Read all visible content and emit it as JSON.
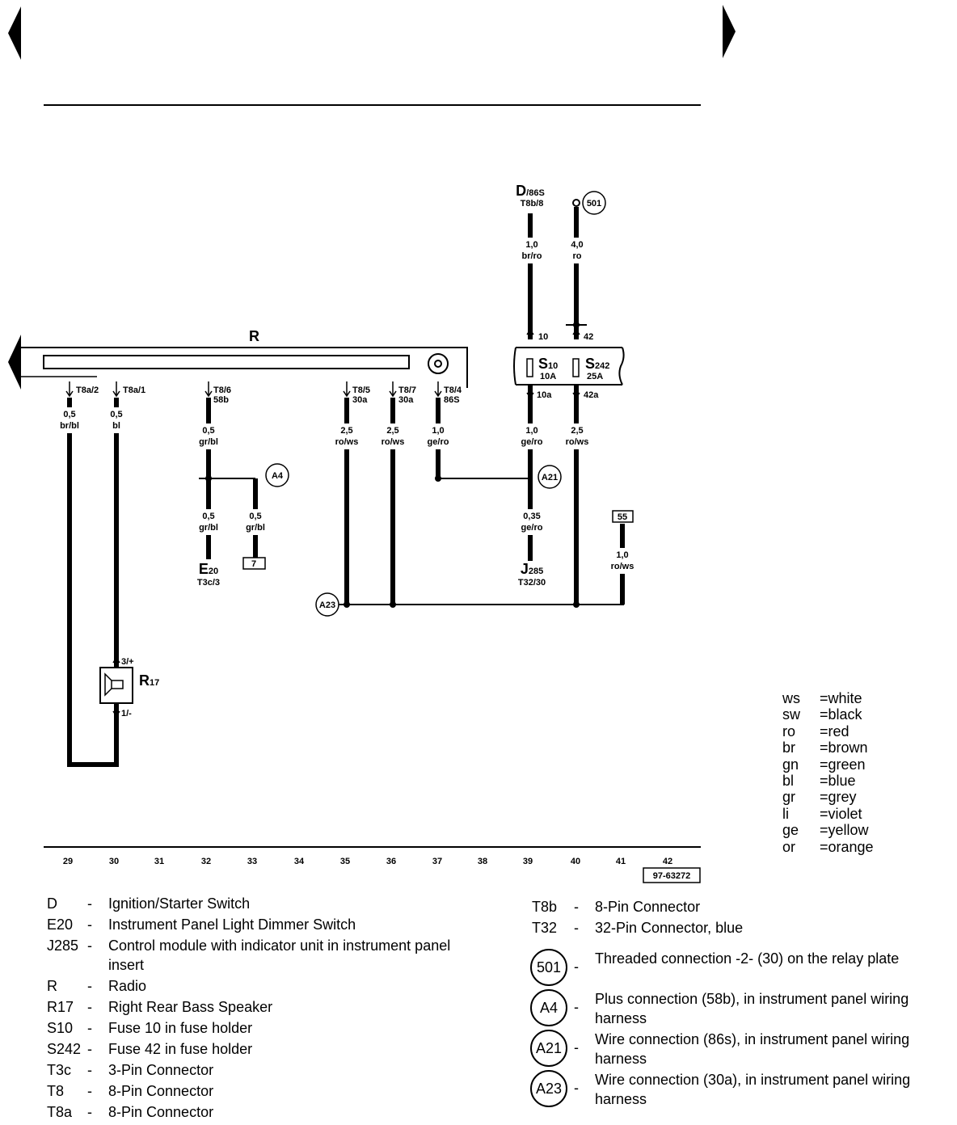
{
  "diagram": {
    "radio_label": "R",
    "wires": {
      "t8a2": {
        "pin": "T8a/2",
        "size": "0,5",
        "color": "br/bl"
      },
      "t8a1": {
        "pin": "T8a/1",
        "size": "0,5",
        "color": "bl"
      },
      "t86": {
        "pin": "T8/6",
        "term": "58b",
        "size": "0,5",
        "color": "gr/bl"
      },
      "t85": {
        "pin": "T8/5",
        "term": "30a",
        "size": "2,5",
        "color": "ro/ws"
      },
      "t87": {
        "pin": "T8/7",
        "term": "30a",
        "size": "2,5",
        "color": "ro/ws"
      },
      "t84": {
        "pin": "T8/4",
        "term": "86S",
        "size": "1,0",
        "color": "ge/ro"
      },
      "e20_wire": {
        "size": "0,5",
        "color": "gr/bl"
      },
      "b7_wire": {
        "size": "0,5",
        "color": "gr/bl"
      },
      "d_wire": {
        "size": "1,0",
        "color": "br/ro"
      },
      "w501_wire": {
        "size": "4,0",
        "color": "ro"
      },
      "s10_out": {
        "size": "1,0",
        "color": "ge/ro"
      },
      "s242_out": {
        "size": "2,5",
        "color": "ro/ws"
      },
      "j285_wire": {
        "size": "0,35",
        "color": "ge/ro"
      },
      "w55_wire": {
        "size": "1,0",
        "color": "ro/ws"
      }
    },
    "D_label": "D",
    "D_sub": "/86S",
    "D_pin": "T8b/8",
    "E20_label": "E",
    "E20_sub": "20",
    "E20_pin": "T3c/3",
    "J285_label": "J",
    "J285_sub": "285",
    "J285_pin": "T32/30",
    "R17_label": "R",
    "R17_sub": "17",
    "R17_pin_top": "3/+",
    "R17_pin_bot": "1/-",
    "S10_label": "S",
    "S10_sub": "10",
    "S10_amp": "10A",
    "S10_in": "10",
    "S10_out": "10a",
    "S242_label": "S",
    "S242_sub": "242",
    "S242_amp": "25A",
    "S242_in": "42",
    "S242_out": "42a",
    "circle_501": "501",
    "circle_A4": "A4",
    "circle_A21": "A21",
    "circle_A23": "A23",
    "box_7": "7",
    "box_55": "55",
    "track_numbers": [
      "29",
      "30",
      "31",
      "32",
      "33",
      "34",
      "35",
      "36",
      "37",
      "38",
      "39",
      "40",
      "41",
      "42"
    ],
    "ref_code": "97-63272"
  },
  "legend": [
    {
      "code": "ws",
      "name": "white"
    },
    {
      "code": "sw",
      "name": "black"
    },
    {
      "code": "ro",
      "name": "red"
    },
    {
      "code": "br",
      "name": "brown"
    },
    {
      "code": "gn",
      "name": "green"
    },
    {
      "code": "bl",
      "name": "blue"
    },
    {
      "code": "gr",
      "name": "grey"
    },
    {
      "code": "li",
      "name": "violet"
    },
    {
      "code": "ge",
      "name": "yellow"
    },
    {
      "code": "or",
      "name": "orange"
    }
  ],
  "components_left": [
    {
      "code": "D",
      "desc": "Ignition/Starter Switch"
    },
    {
      "code": "E20",
      "desc": "Instrument Panel Light Dimmer Switch"
    },
    {
      "code": "J285",
      "desc": "Control module with indicator unit in instrument panel insert"
    },
    {
      "code": "R",
      "desc": "Radio"
    },
    {
      "code": "R17",
      "desc": "Right Rear Bass Speaker"
    },
    {
      "code": "S10",
      "desc": "Fuse 10 in fuse holder"
    },
    {
      "code": "S242",
      "desc": "Fuse 42 in fuse holder"
    },
    {
      "code": "T3c",
      "desc": "3-Pin Connector"
    },
    {
      "code": "T8",
      "desc": "8-Pin Connector"
    },
    {
      "code": "T8a",
      "desc": "8-Pin Connector"
    }
  ],
  "components_right": [
    {
      "code": "T8b",
      "desc": "8-Pin Connector"
    },
    {
      "code": "T32",
      "desc": "32-Pin Connector, blue"
    }
  ],
  "connections": [
    {
      "code": "501",
      "desc": "Threaded connection -2- (30) on the relay plate"
    },
    {
      "code": "A4",
      "desc": "Plus connection (58b), in instrument panel wiring harness"
    },
    {
      "code": "A21",
      "desc": "Wire connection (86s), in instrument panel wiring harness"
    },
    {
      "code": "A23",
      "desc": "Wire connection (30a), in instrument panel wiring harness"
    }
  ],
  "dash": "-"
}
